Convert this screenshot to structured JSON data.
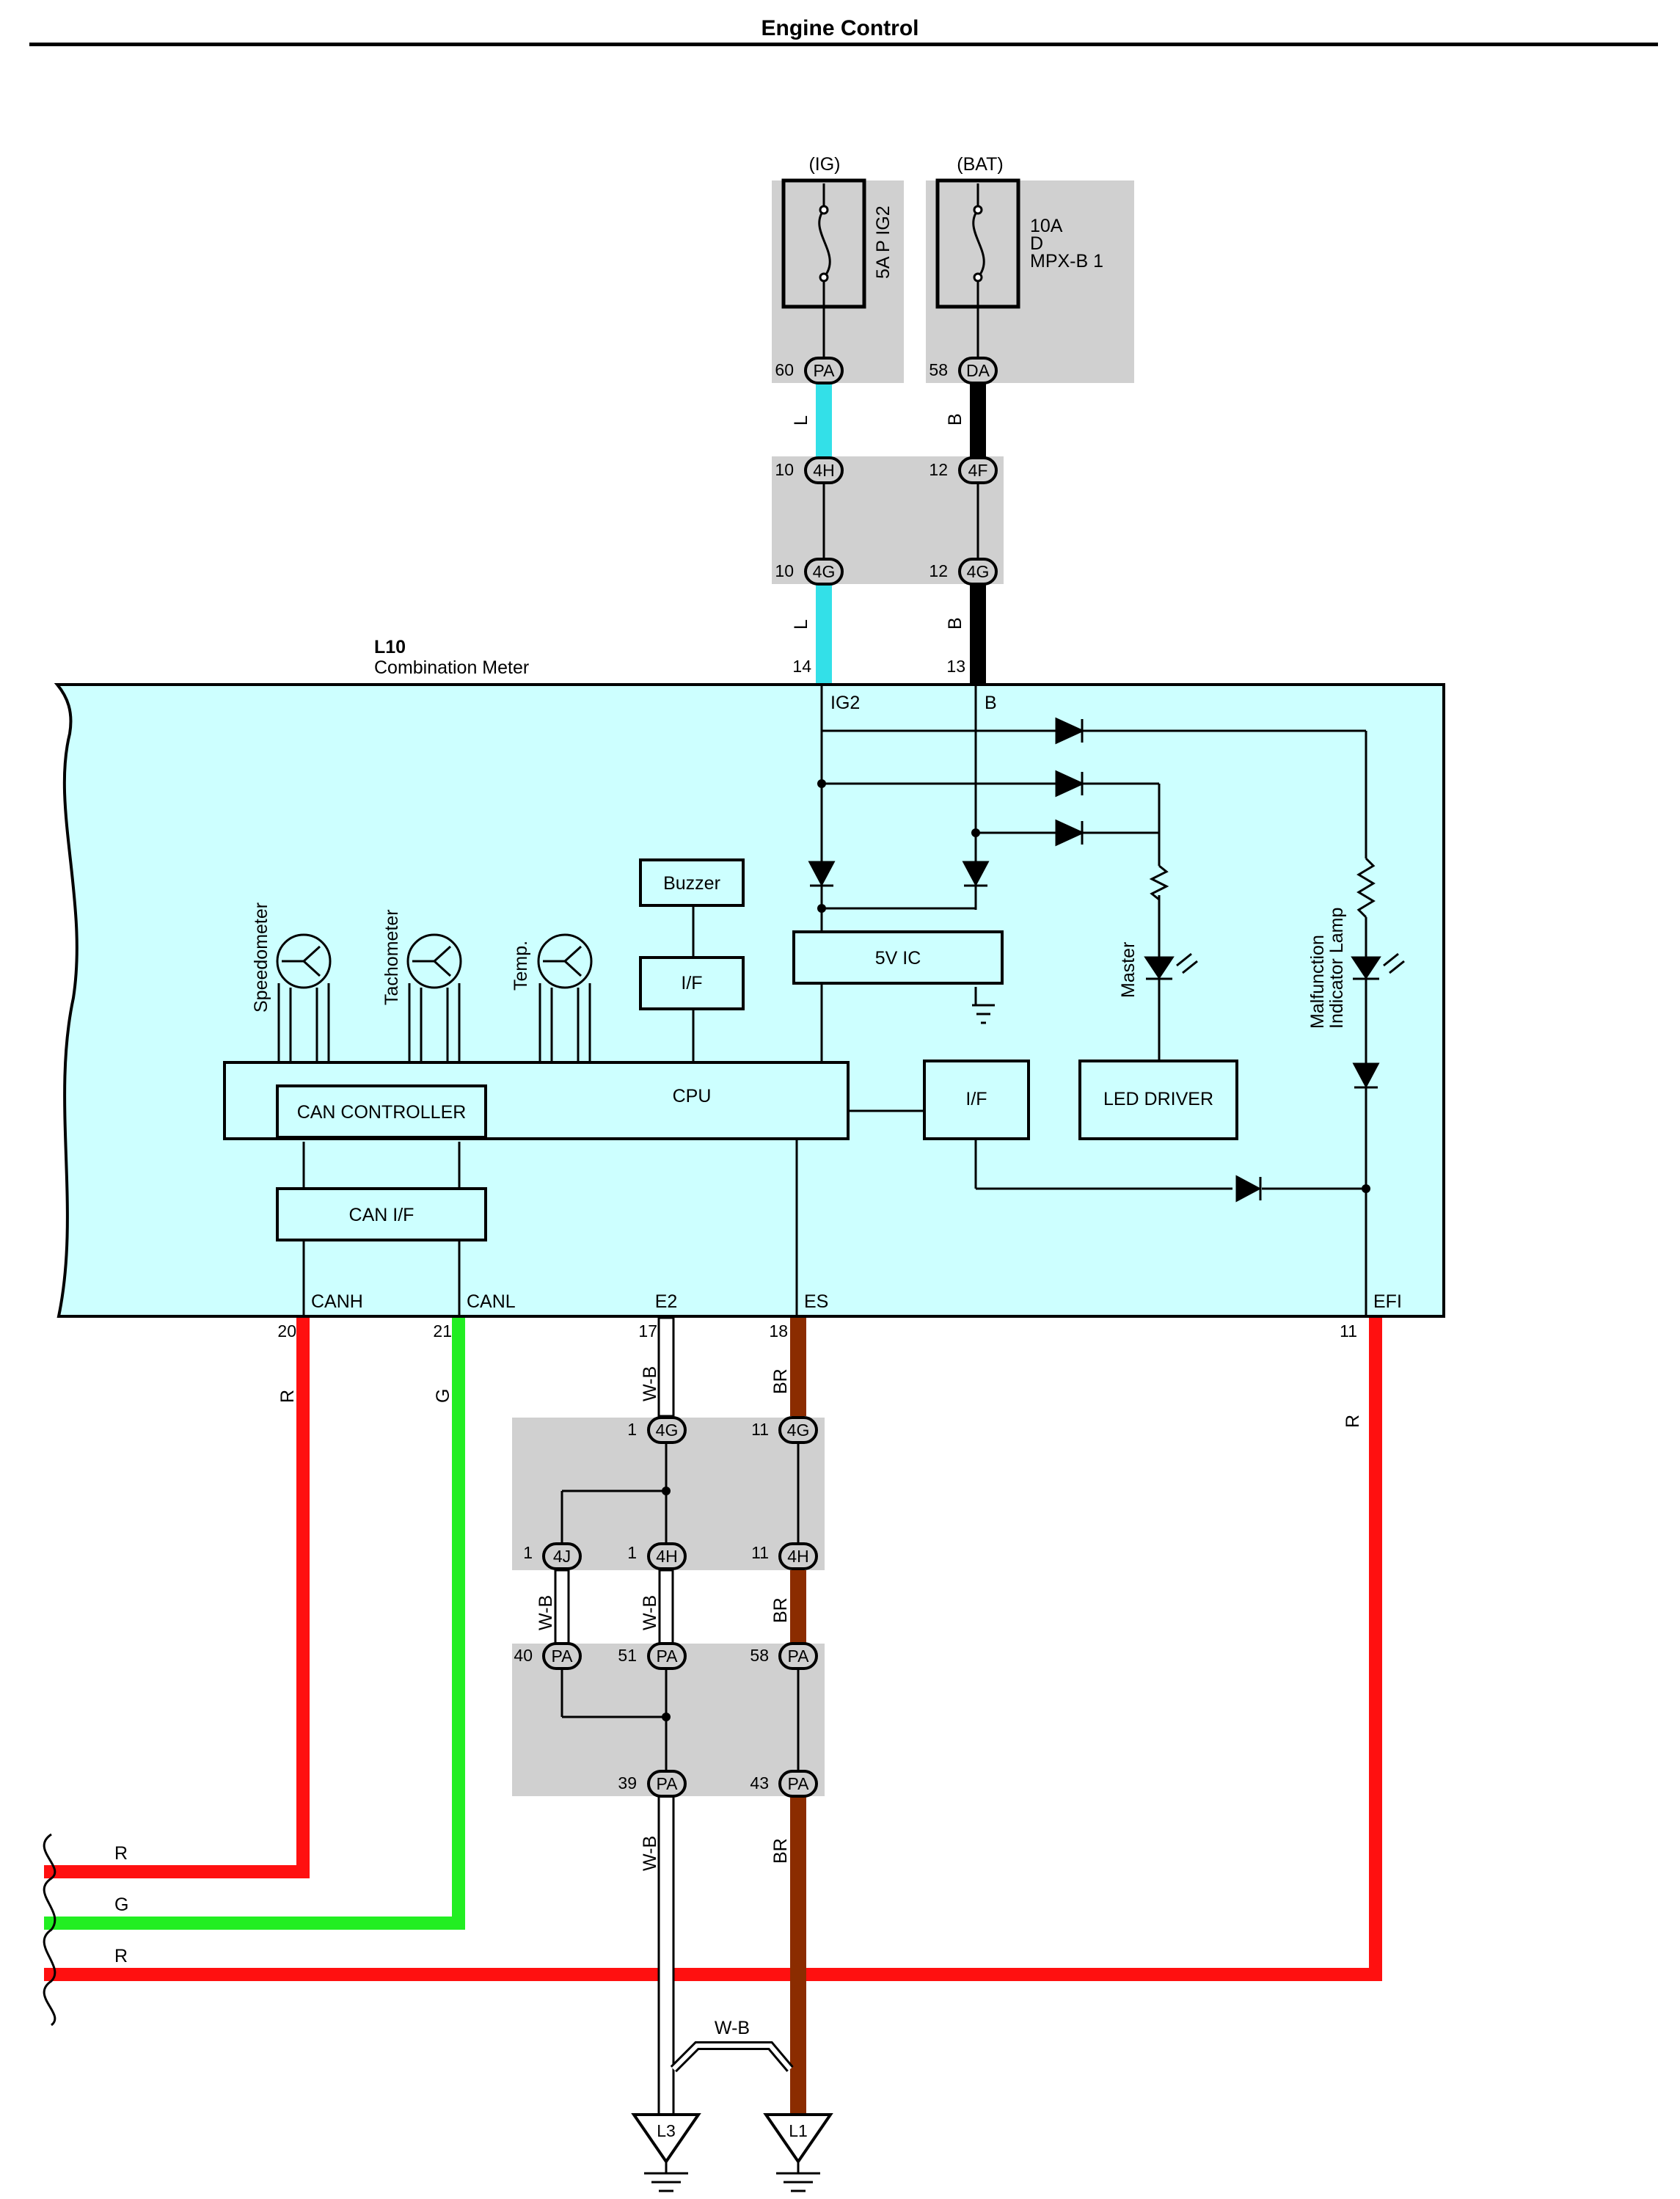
{
  "header": {
    "title": "Engine Control"
  },
  "fuses": {
    "ig": {
      "supply": "(IG)",
      "name": "5A P IG2"
    },
    "bat": {
      "supply": "(BAT)",
      "rating": "10A",
      "line2": "D",
      "name": "MPX-B 1"
    }
  },
  "meter": {
    "code": "L10",
    "name": "Combination Meter"
  },
  "connectors": {
    "pa60": {
      "pin": "60",
      "id": "PA"
    },
    "da58": {
      "pin": "58",
      "id": "DA"
    },
    "h4_10": {
      "pin": "10",
      "id": "4H"
    },
    "f4_12": {
      "pin": "12",
      "id": "4F"
    },
    "g4_10": {
      "pin": "10",
      "id": "4G"
    },
    "g4_12": {
      "pin": "12",
      "id": "4G"
    },
    "g4_1": {
      "pin": "1",
      "id": "4G"
    },
    "g4_11": {
      "pin": "11",
      "id": "4G"
    },
    "j4_1": {
      "pin": "1",
      "id": "4J"
    },
    "h4_1": {
      "pin": "1",
      "id": "4H"
    },
    "h4_11": {
      "pin": "11",
      "id": "4H"
    },
    "pa40": {
      "pin": "40",
      "id": "PA"
    },
    "pa51": {
      "pin": "51",
      "id": "PA"
    },
    "pa58": {
      "pin": "58",
      "id": "PA"
    },
    "pa39": {
      "pin": "39",
      "id": "PA"
    },
    "pa43": {
      "pin": "43",
      "id": "PA"
    }
  },
  "meter_pins": {
    "p14": "14",
    "p13": "13",
    "ig2": "IG2",
    "b": "B",
    "p20": "20",
    "p21": "21",
    "p17": "17",
    "p18": "18",
    "p11": "11",
    "canh": "CANH",
    "canl": "CANL",
    "e2": "E2",
    "es": "ES",
    "efi": "EFI"
  },
  "internal": {
    "buzzer": "Buzzer",
    "if1": "I/F",
    "if2": "I/F",
    "ic5v": "5V IC",
    "cpu": "CPU",
    "can_controller": "CAN CONTROLLER",
    "can_if": "CAN I/F",
    "led_driver": "LED DRIVER",
    "master": "Master",
    "mil_line1": "Malfunction",
    "mil_line2": "Indicator Lamp",
    "speedometer": "Speedometer",
    "tachometer": "Tachometer",
    "temp": "Temp."
  },
  "wire_colors": {
    "l1": "L",
    "l2": "L",
    "b1": "B",
    "b2": "B",
    "r_canh": "R",
    "g_canl": "G",
    "r_efi": "R",
    "wb1": "W-B",
    "br1": "BR",
    "wb2": "W-B",
    "wb3": "W-B",
    "br2": "BR",
    "wb4": "W-B",
    "br3": "BR",
    "wb_bridge": "W-B",
    "left_r1": "R",
    "left_g": "G",
    "left_r2": "R"
  },
  "grounds": {
    "l3": "L3",
    "l1": "L1"
  },
  "colors": {
    "light_blue": "#33e0e8",
    "black": "#000000",
    "red": "#ff1010",
    "green": "#22ee22",
    "brown": "#8b2c00",
    "meter_fill": "#cdffff",
    "grey_box": "#d0d0d0"
  }
}
